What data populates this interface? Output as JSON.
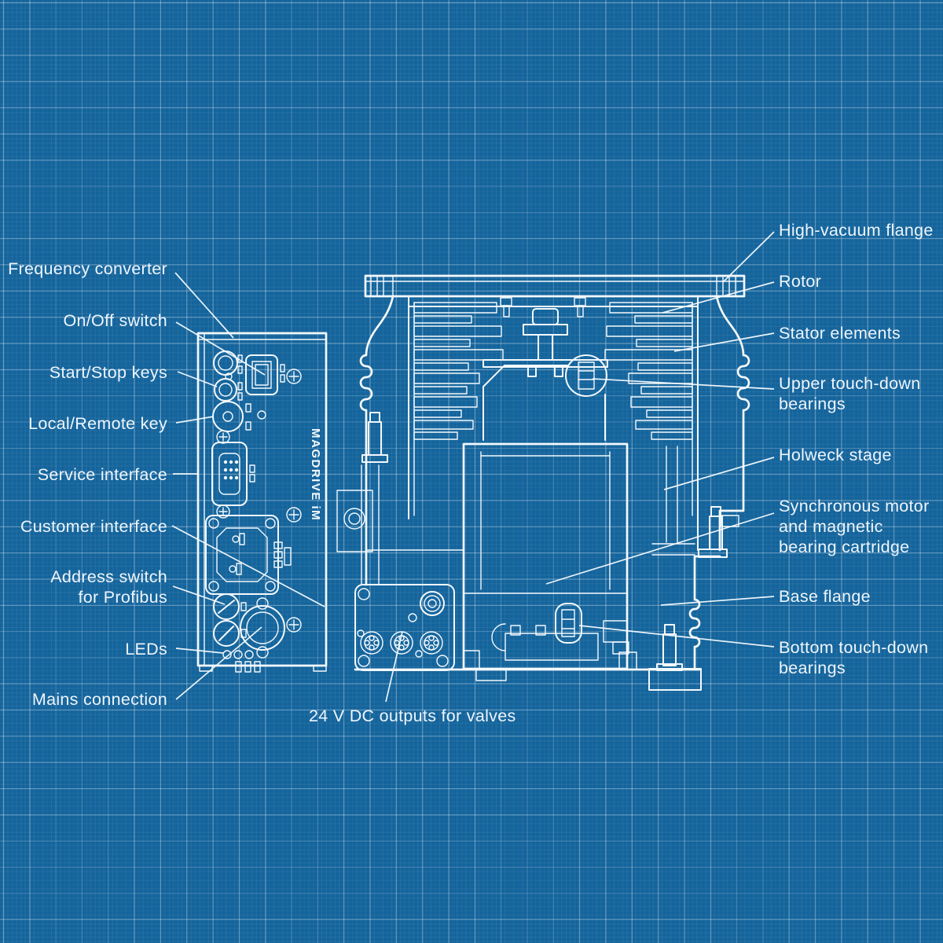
{
  "colors": {
    "background": "#14649c",
    "grid_line": "#6ea6c8",
    "drawing_line": "#f4f9fc",
    "label_text": "#eef5fb"
  },
  "device_marking": "MAGDRIVE iM",
  "labels": {
    "left": [
      {
        "id": "frequency-converter",
        "text": "Frequency converter"
      },
      {
        "id": "on-off-switch",
        "text": "On/Off switch"
      },
      {
        "id": "start-stop-keys",
        "text": "Start/Stop keys"
      },
      {
        "id": "local-remote-key",
        "text": "Local/Remote key"
      },
      {
        "id": "service-interface",
        "text": "Service interface"
      },
      {
        "id": "customer-interface",
        "text": "Customer interface"
      },
      {
        "id": "address-switch-profibus",
        "text": "Address switch\nfor Profibus"
      },
      {
        "id": "leds",
        "text": "LEDs"
      },
      {
        "id": "mains-connection",
        "text": "Mains connection"
      }
    ],
    "right": [
      {
        "id": "high-vacuum-flange",
        "text": "High-vacuum flange"
      },
      {
        "id": "rotor",
        "text": "Rotor"
      },
      {
        "id": "stator-elements",
        "text": "Stator elements"
      },
      {
        "id": "upper-touch-down-bearings",
        "text": "Upper touch-down\nbearings"
      },
      {
        "id": "holweck-stage",
        "text": "Holweck stage"
      },
      {
        "id": "synchronous-motor",
        "text": "Synchronous motor\nand magnetic\nbearing cartridge"
      },
      {
        "id": "base-flange",
        "text": "Base flange"
      },
      {
        "id": "bottom-touch-down-bearings",
        "text": "Bottom touch-down\nbearings"
      }
    ],
    "bottom": [
      {
        "id": "valve-outputs",
        "text": "24 V DC outputs for valves"
      }
    ]
  }
}
